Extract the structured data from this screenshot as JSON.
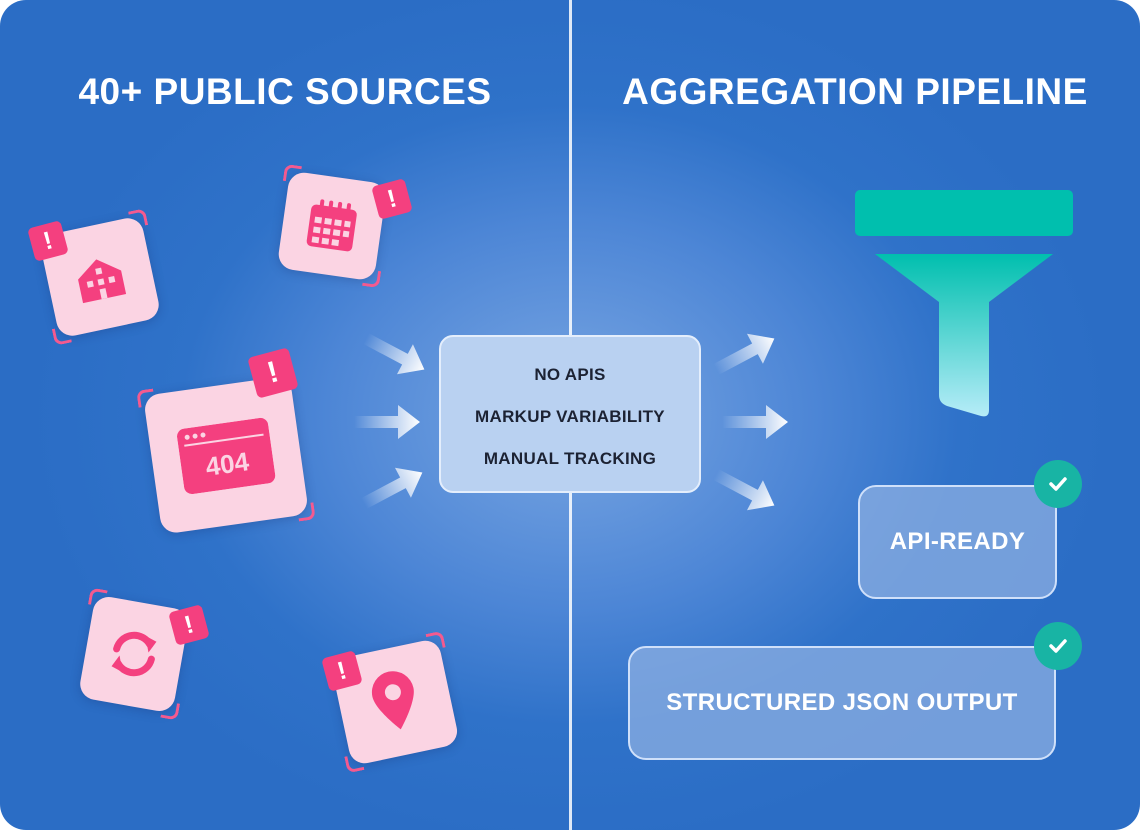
{
  "headings": {
    "left": "40+ PUBLIC SOURCES",
    "right": "AGGREGATION PIPELINE"
  },
  "sources": [
    {
      "icon": "building-icon",
      "alert": "!"
    },
    {
      "icon": "calendar-icon",
      "alert": "!"
    },
    {
      "icon": "browser-404-icon",
      "alert": "!",
      "label": "404"
    },
    {
      "icon": "refresh-icon",
      "alert": "!"
    },
    {
      "icon": "location-pin-icon",
      "alert": "!"
    }
  ],
  "problems": [
    "NO APIS",
    "MARKUP VARIABILITY",
    "MANUAL TRACKING"
  ],
  "outputs": [
    {
      "label": "API-READY",
      "status": "check-icon"
    },
    {
      "label": "STRUCTURED JSON OUTPUT",
      "status": "check-icon"
    }
  ],
  "colors": {
    "background": "#2f72c9",
    "tile": "#fbd4e3",
    "accent_pink": "#f4407f",
    "funnel_teal": "#00bfae",
    "check_teal": "#18b4a4"
  }
}
